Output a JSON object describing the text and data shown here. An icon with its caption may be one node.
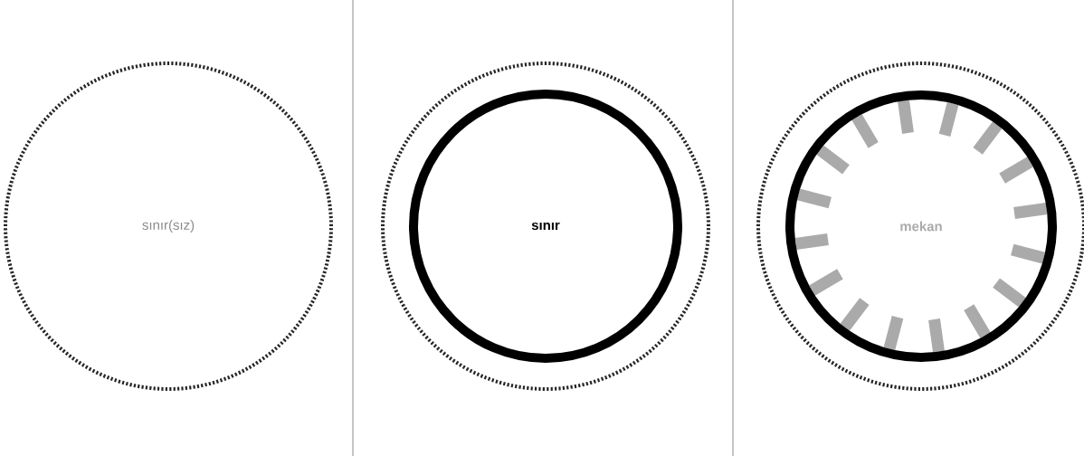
{
  "diagram": {
    "nodes": [
      {
        "text": [
          "sınır(sız)"
        ]
      },
      {
        "text": [],
        "shape": "circle"
      },
      {
        "text": [
          "sınır"
        ],
        "in": 1
      },
      {
        "text": [],
        "shape": "circle"
      },
      {
        "text": [
          "mekan"
        ],
        "in": 3
      }
    ]
  }
}
